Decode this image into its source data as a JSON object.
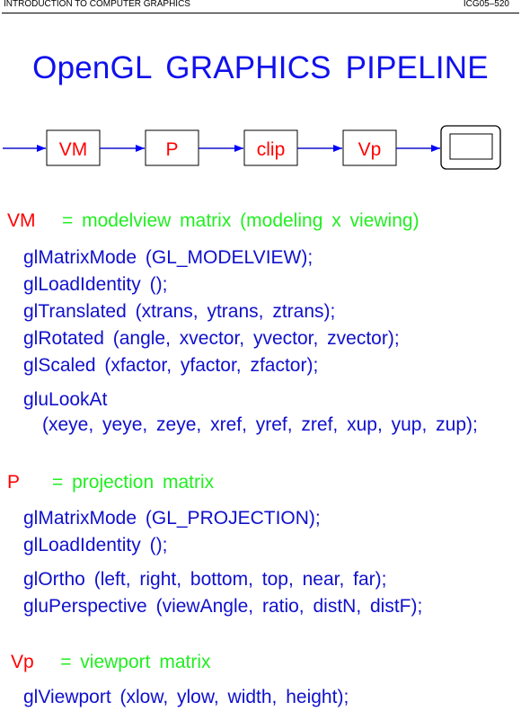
{
  "header": {
    "left": "INTRODUCTION TO COMPUTER GRAPHICS",
    "right": "ICG05–520"
  },
  "title": "OpenGL  GRAPHICS  PIPELINE",
  "pipeline": {
    "stages": [
      "VM",
      "P",
      "clip",
      "Vp"
    ],
    "output_icon": "display-screen-icon"
  },
  "sections": {
    "vm": {
      "symbol": "VM",
      "definition": "=  modelview  matrix  (modeling x viewing)",
      "lines": [
        "glMatrixMode  (GL_MODELVIEW);",
        "glLoadIdentity  ();",
        "glTranslated  (xtrans, ytrans, ztrans);",
        "glRotated  (angle, xvector, yvector, zvector);",
        "glScaled  (xfactor, yfactor, zfactor);",
        "gluLookAt",
        "(xeye, yeye, zeye, xref, yref, zref, xup, yup, zup);"
      ]
    },
    "p": {
      "symbol": "P",
      "definition": "=  projection  matrix",
      "lines": [
        "glMatrixMode  (GL_PROJECTION);",
        "glLoadIdentity  ();",
        "glOrtho  (left, right, bottom, top, near, far);",
        "gluPerspective  (viewAngle, ratio, distN, distF);"
      ]
    },
    "vp": {
      "symbol": "Vp",
      "definition": "=  viewport  matrix",
      "lines": [
        "glViewport  (xlow, ylow, width, height);"
      ]
    }
  },
  "colors": {
    "title": "#1010ee",
    "symbol": "#ff0000",
    "definition": "#22ee22",
    "code": "#1010cc",
    "arrow": "#0000ff"
  }
}
